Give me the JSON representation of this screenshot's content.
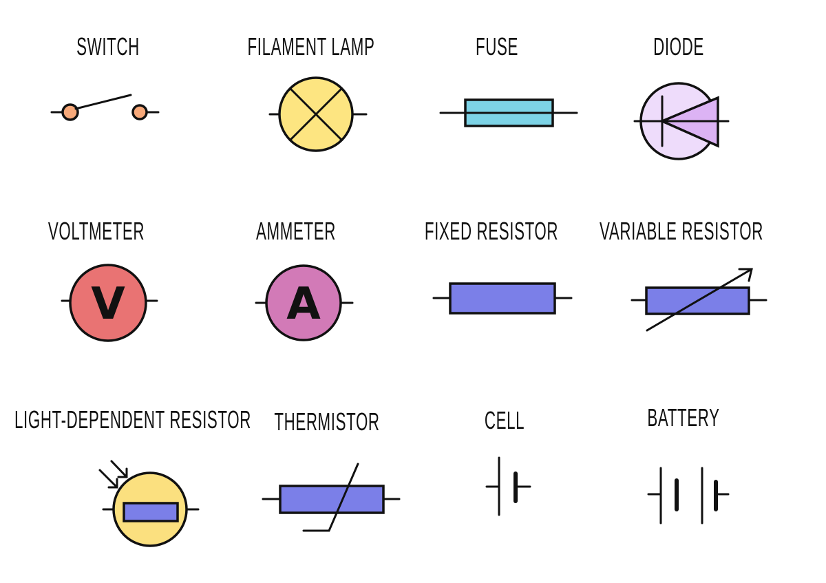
{
  "symbols": {
    "switch": {
      "label": "SWITCH"
    },
    "filament_lamp": {
      "label": "FILAMENT LAMP"
    },
    "fuse": {
      "label": "FUSE"
    },
    "diode": {
      "label": "DIODE"
    },
    "voltmeter": {
      "label": "VOLTMETER",
      "glyph": "V"
    },
    "ammeter": {
      "label": "AMMETER",
      "glyph": "A"
    },
    "fixed_resistor": {
      "label": "FIXED RESISTOR"
    },
    "variable_resistor": {
      "label": "VARIABLE RESISTOR"
    },
    "ldr": {
      "label": "LIGHT-DEPENDENT RESISTOR"
    },
    "thermistor": {
      "label": "THERMISTOR"
    },
    "cell": {
      "label": "CELL"
    },
    "battery": {
      "label": "BATTERY"
    }
  },
  "colors": {
    "switch_contact": "#f7a97a",
    "lamp": "#fde581",
    "fuse": "#7dd3e6",
    "diode_circle": "#eedcfb",
    "diode_triangle": "#dcb3f4",
    "voltmeter": "#e97373",
    "ammeter": "#d27ab7",
    "resistor": "#7b7fe8",
    "ldr_circle": "#fbe07f"
  }
}
